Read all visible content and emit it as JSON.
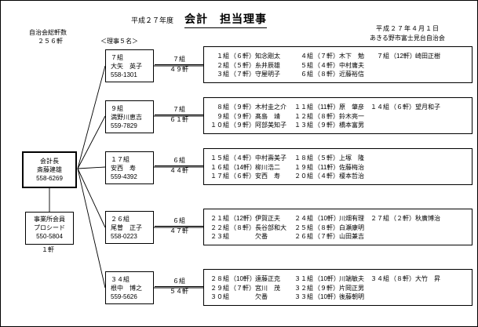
{
  "header": {
    "fiscal_year": "平成２７年度",
    "title": "会計　担当理事",
    "date": "平成２７年４月１日",
    "organization": "あきる野市富士見台自治会"
  },
  "summary": {
    "total_label": "自治会総軒数",
    "total_value": "２５６軒",
    "directors_label": "＜理事５名＞"
  },
  "chief": {
    "role": "会計長",
    "name": "斎藤建雄",
    "phone": "558-6269"
  },
  "business_member": {
    "role": "事業所会員",
    "name": "プロシード",
    "phone": "550-5804",
    "count": "１軒"
  },
  "rows": [
    {
      "director": {
        "group": "７組",
        "name": "大矢　英子",
        "phone": "558-1301"
      },
      "totals": {
        "groups": "７組",
        "houses": "４９軒"
      },
      "columns": [
        [
          {
            "group": "１組",
            "houses": "（６軒）",
            "name": "知念剛太"
          },
          {
            "group": "２組",
            "houses": "（５軒）",
            "name": "糸井辰雄"
          },
          {
            "group": "３組",
            "houses": "（７軒）",
            "name": "守屋明子"
          }
        ],
        [
          {
            "group": "４組",
            "houses": "（７軒）",
            "name": "木下　勉"
          },
          {
            "group": "５組",
            "houses": "（４軒）",
            "name": "中村庸夫"
          },
          {
            "group": "６組",
            "houses": "（８軒）",
            "name": "近藤裕信"
          }
        ],
        [
          {
            "group": "７組",
            "houses": "（12軒）",
            "name": "崎田正樹"
          },
          {
            "group": "",
            "houses": "",
            "name": ""
          },
          {
            "group": "",
            "houses": "",
            "name": ""
          }
        ]
      ]
    },
    {
      "director": {
        "group": "９組",
        "name": "満野川恵吉",
        "phone": "559-7829"
      },
      "totals": {
        "groups": "７組",
        "houses": "６１軒"
      },
      "columns": [
        [
          {
            "group": "８組",
            "houses": "（９軒）",
            "name": "木村圭之介"
          },
          {
            "group": "９組",
            "houses": "（９軒）",
            "name": "髙島　靖"
          },
          {
            "group": "１０組",
            "houses": "（９軒）",
            "name": "阿部美知子"
          }
        ],
        [
          {
            "group": "１１組",
            "houses": "（11軒）",
            "name": "原　肇彦"
          },
          {
            "group": "１２組",
            "houses": "（８軒）",
            "name": "鈴木亮一"
          },
          {
            "group": "１３組",
            "houses": "（９軒）",
            "name": "橋本富男"
          }
        ],
        [
          {
            "group": "１４組",
            "houses": "（６軒）",
            "name": "望月和子"
          },
          {
            "group": "",
            "houses": "",
            "name": ""
          },
          {
            "group": "",
            "houses": "",
            "name": ""
          }
        ]
      ]
    },
    {
      "director": {
        "group": "１７組",
        "name": "安西　寿",
        "phone": "559-4392"
      },
      "totals": {
        "groups": "６組",
        "houses": "４４軒"
      },
      "columns": [
        [
          {
            "group": "１５組",
            "houses": "（４軒）",
            "name": "中村壽美子"
          },
          {
            "group": "１６組",
            "houses": "（14軒）",
            "name": "柳川浩二"
          },
          {
            "group": "１７組",
            "houses": "（６軒）",
            "name": "安西　寿"
          }
        ],
        [
          {
            "group": "１８組",
            "houses": "（５軒）",
            "name": "上塚　隆"
          },
          {
            "group": "１９組",
            "houses": "（11軒）",
            "name": "佐藤梅治"
          },
          {
            "group": "２０組",
            "houses": "（４軒）",
            "name": "榎本哲治"
          }
        ],
        [
          {
            "group": "",
            "houses": "",
            "name": ""
          },
          {
            "group": "",
            "houses": "",
            "name": ""
          },
          {
            "group": "",
            "houses": "",
            "name": ""
          }
        ]
      ]
    },
    {
      "director": {
        "group": "２６組",
        "name": "尾曽　正子",
        "phone": "558-0223"
      },
      "totals": {
        "groups": "６組",
        "houses": "４７軒"
      },
      "columns": [
        [
          {
            "group": "２１組",
            "houses": "（12軒）",
            "name": "伊賀正夫"
          },
          {
            "group": "２２組",
            "houses": "（８軒）",
            "name": "長谷部和大"
          },
          {
            "group": "２３組",
            "houses": "",
            "name": "欠番"
          }
        ],
        [
          {
            "group": "２４組",
            "houses": "（10軒）",
            "name": "川畑有理"
          },
          {
            "group": "２５組",
            "houses": "（８軒）",
            "name": "白瀬康明"
          },
          {
            "group": "２６組",
            "houses": "（７軒）",
            "name": "山田兼吉"
          }
        ],
        [
          {
            "group": "２７組",
            "houses": "（２軒）",
            "name": "秋廣博治"
          },
          {
            "group": "",
            "houses": "",
            "name": ""
          },
          {
            "group": "",
            "houses": "",
            "name": ""
          }
        ]
      ]
    },
    {
      "director": {
        "group": "３４組",
        "name": "根中　博之",
        "phone": "559-5626"
      },
      "totals": {
        "groups": "６組",
        "houses": "５４軒"
      },
      "columns": [
        [
          {
            "group": "２８組",
            "houses": "（10軒）",
            "name": "遠藤正克"
          },
          {
            "group": "２９組",
            "houses": "（７軒）",
            "name": "宮川　茂"
          },
          {
            "group": "３０組",
            "houses": "",
            "name": "欠番"
          }
        ],
        [
          {
            "group": "３１組",
            "houses": "（10軒）",
            "name": "川端敏夫"
          },
          {
            "group": "３２組",
            "houses": "（９軒）",
            "name": "片岡正男"
          },
          {
            "group": "３３組",
            "houses": "（10軒）",
            "name": "後藤朝明"
          }
        ],
        [
          {
            "group": "３４組",
            "houses": "（８軒）",
            "name": "大竹　昇"
          },
          {
            "group": "",
            "houses": "",
            "name": ""
          },
          {
            "group": "",
            "houses": "",
            "name": ""
          }
        ]
      ]
    }
  ]
}
